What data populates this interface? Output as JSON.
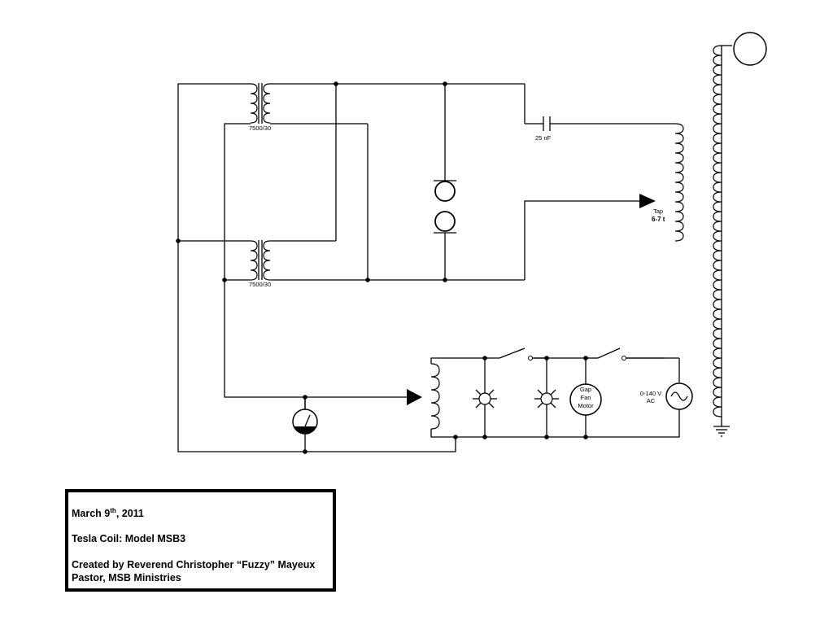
{
  "labels": {
    "transformer_top": "7500/30",
    "transformer_bottom": "7500/30",
    "capacitor": "25 nF",
    "tap_line1": "Tap",
    "tap_line2": "6-7 t",
    "gap_fan_line1": "Gap",
    "gap_fan_line2": "Fan",
    "gap_fan_line3": "Motor",
    "ac_source_line1": "0-140 V",
    "ac_source_line2": "AC"
  },
  "title_block": {
    "date_prefix": "March 9",
    "date_superscript": "th",
    "date_suffix": ", 2011",
    "model": "Tesla Coil: Model MSB3",
    "author": "Created by Reverend Christopher “Fuzzy” Mayeux",
    "organization": "Pastor, MSB Ministries"
  },
  "icons": [
    "transformer-icon",
    "capacitor-icon",
    "spark-gap-icon",
    "primary-coil-icon",
    "secondary-coil-icon",
    "toroid-icon",
    "ground-icon",
    "variac-icon",
    "meter-icon",
    "lamp-icon",
    "switch-icon",
    "motor-icon",
    "ac-source-icon"
  ]
}
